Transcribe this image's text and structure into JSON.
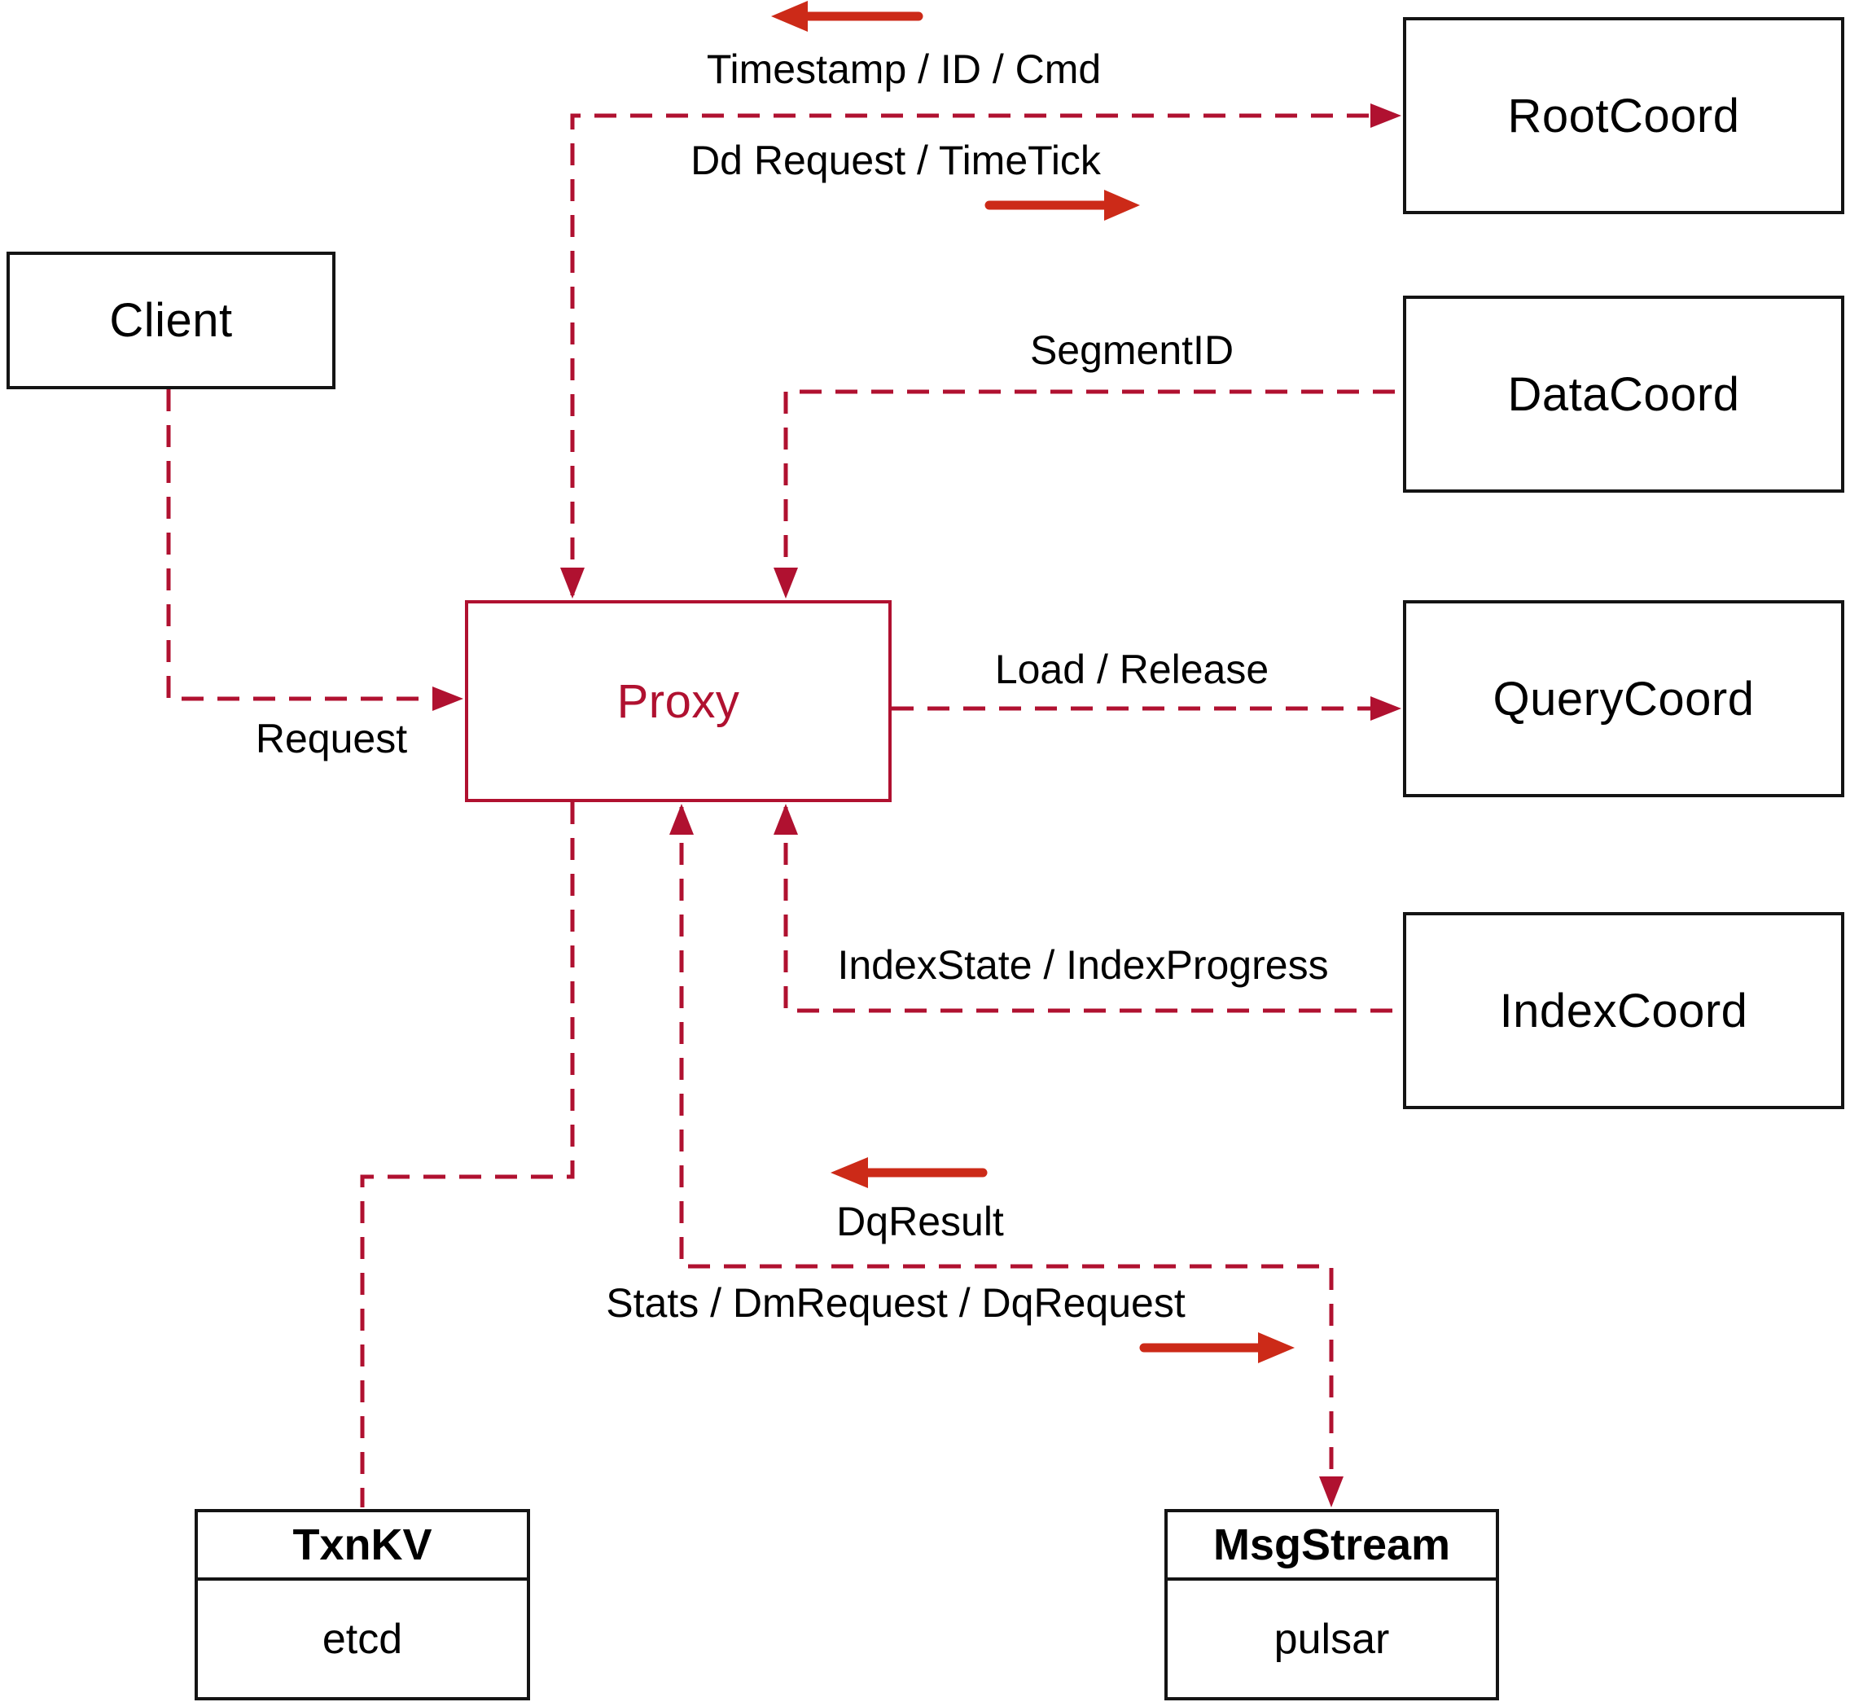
{
  "colors": {
    "wire_red": "#b01130",
    "solid_arrow_red": "#cc2a18",
    "box_border": "#141414",
    "proxy_red": "#b01130",
    "text": "#000000"
  },
  "nodes": {
    "client": {
      "label": "Client"
    },
    "proxy": {
      "label": "Proxy"
    },
    "rootcoord": {
      "label": "RootCoord"
    },
    "datacoord": {
      "label": "DataCoord"
    },
    "querycoord": {
      "label": "QueryCoord"
    },
    "indexcoord": {
      "label": "IndexCoord"
    },
    "txnkv": {
      "title": "TxnKV",
      "subtitle": "etcd"
    },
    "msgstream": {
      "title": "MsgStream",
      "subtitle": "pulsar"
    }
  },
  "edge_labels": {
    "timestamp_id_cmd": "Timestamp / ID / Cmd",
    "dd_request_timetick": "Dd Request / TimeTick",
    "segment_id": "SegmentID",
    "load_release": "Load / Release",
    "index_state": "IndexState / IndexProgress",
    "dq_result": "DqResult",
    "stats_dm_dq": "Stats / DmRequest / DqRequest",
    "request": "Request"
  }
}
